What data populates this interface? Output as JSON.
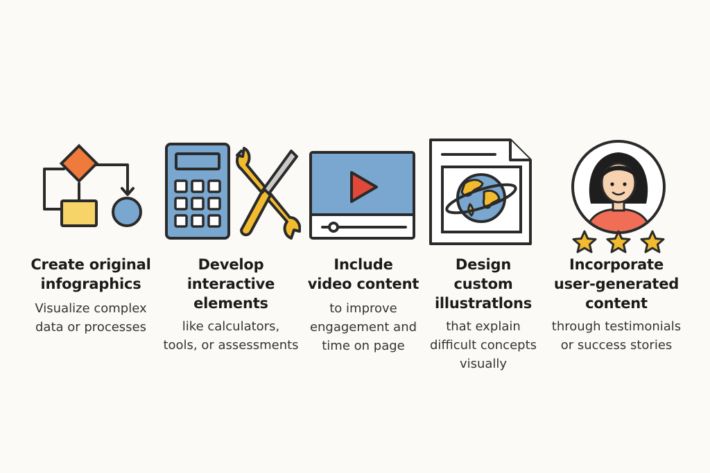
{
  "items": [
    {
      "title_lines": [
        "Create original",
        "infographics"
      ],
      "desc_lines": [
        "Visualize complex",
        "data or processes"
      ],
      "icon": "flowchart-icon"
    },
    {
      "title_lines": [
        "Develop",
        "interactive",
        "elements"
      ],
      "desc_lines": [
        "like calculators,",
        "tools, or assessments"
      ],
      "icon": "calculator-tools-icon"
    },
    {
      "title_lines": [
        "Include",
        "video content"
      ],
      "desc_lines": [
        "to improve",
        "engagement and",
        "time on page"
      ],
      "icon": "video-player-icon"
    },
    {
      "title_lines": [
        "Design",
        "custom",
        "illustratlons"
      ],
      "desc_lines": [
        "that explain",
        "difficult concepts",
        "visually"
      ],
      "icon": "globe-illustration-icon"
    },
    {
      "title_lines": [
        "Incorporate",
        "user-generated",
        "content"
      ],
      "desc_lines": [
        "through testimonials",
        "or success stories"
      ],
      "icon": "user-rating-icon"
    }
  ],
  "colors": {
    "background": "#fcfaf6",
    "outline": "#2a2a2a",
    "orange": "#ee7a3b",
    "yellow": "#f6d467",
    "blue": "#7aa7cf",
    "red": "#e0483a",
    "gold": "#f2bb2f",
    "skin": "#f6d2b0",
    "shirt": "#ef6e55"
  }
}
